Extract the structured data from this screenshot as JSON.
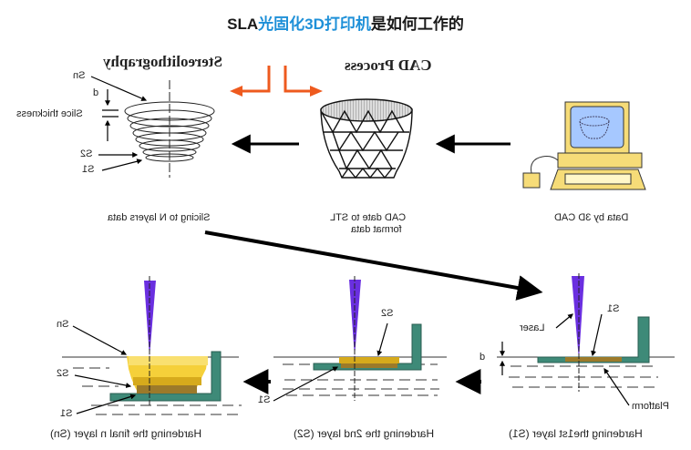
{
  "title": {
    "prefix": "SLA",
    "highlight": "光固化3D打印机",
    "suffix": "是如何工作的"
  },
  "top_row": {
    "stereolithography_label": "Stereolithography",
    "cad_process_label": "CAD Process",
    "captions": {
      "slicing": "Slicing to N layers data",
      "stl_line1": "CAD date to STL",
      "stl_line2": "format data",
      "cad": "Data by 3D CAD"
    },
    "slice_labels": {
      "sn": "Sn",
      "d": "d",
      "slice_thickness": "Slice thickness",
      "s2": "S2",
      "s1": "S1"
    }
  },
  "bottom_row": {
    "step1": {
      "caption": "Hardening the1st layer (S1)",
      "laser": "Laser",
      "s1": "S1",
      "d": "d",
      "platform": "Platform"
    },
    "step2": {
      "caption": "Hardening the 2nd layer (S2)",
      "s2": "S2",
      "s1": "S1"
    },
    "step3": {
      "caption": "Hardening the final n layer (Sn)",
      "sn": "Sn",
      "s2": "S2",
      "s1": "S1"
    }
  },
  "colors": {
    "orange_arrow": "#ee5a1e",
    "laser": "#6a2fe0",
    "platform": "#3e8a78",
    "layer_s1": "#9c7a2a",
    "layer_s2": "#d6aa1c",
    "computer_body": "#f6dc78",
    "screen": "#9fc4ff"
  }
}
